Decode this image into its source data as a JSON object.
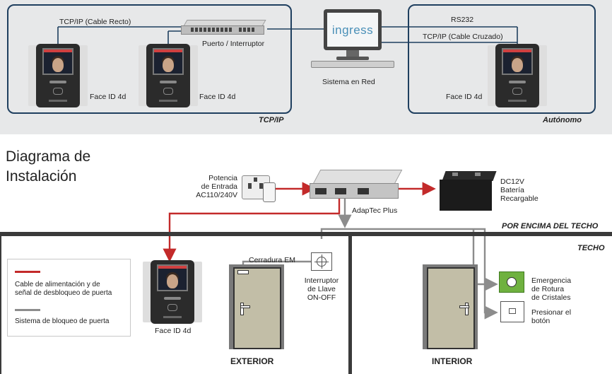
{
  "top": {
    "left_box": {
      "label_tcpip": "TCP/IP (Cable Recto)",
      "switch_label": "Puerto / Interruptor",
      "device1_label": "Face ID 4d",
      "device2_label": "Face ID 4d",
      "footer": "TCP/IP"
    },
    "monitor_text": "ingress",
    "network_label": "Sistema en Red",
    "right_box": {
      "label_rs232": "RS232",
      "label_tcpip": "TCP/IP (Cable Cruzado)",
      "device_label": "Face ID 4d",
      "footer": "Autónomo"
    }
  },
  "title": {
    "line1": "Diagrama de",
    "line2": "Instalación"
  },
  "install": {
    "power_label": [
      "Potencia",
      "de Entrada",
      "AC110/240V"
    ],
    "adaptec_label": "AdapTec Plus",
    "battery_label": [
      "DC12V",
      "Batería",
      "Recargable"
    ],
    "above_ceiling": "POR ENCIMA DEL TECHO",
    "ceiling": "TECHO",
    "lock_label": "Cerradura EM",
    "key_switch_label": [
      "Interruptor",
      "de Llave",
      "ON-OFF"
    ],
    "device_label": "Face ID 4d",
    "exterior": "EXTERIOR",
    "interior": "INTERIOR",
    "emergency_label": [
      "Emergencia",
      "de Rotura",
      "de Cristales"
    ],
    "button_label": [
      "Presionar el",
      "botón"
    ]
  },
  "legend": {
    "item1": [
      "Cable de alimentación y de",
      "señal de desbloqueo de puerta"
    ],
    "item2": "Sistema de bloqueo de puerta",
    "color_power": "#c32a2a",
    "color_lock": "#8c8c8c"
  },
  "colors": {
    "panel_bg": "#e7e8e9",
    "box_border": "#1f3f5f",
    "network_line": "#1f3f5f",
    "red_cable": "#c32a2a",
    "gray_cable": "#8c8c8c"
  }
}
